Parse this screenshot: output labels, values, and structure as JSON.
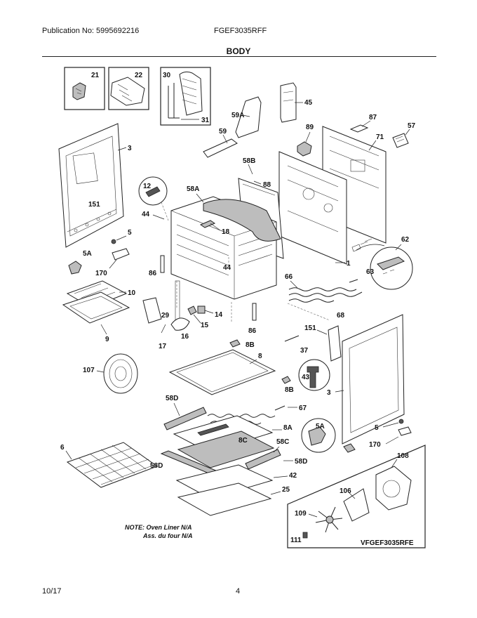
{
  "header": {
    "publication": "Publication No: 5995692216",
    "model": "FGEF3035RFF",
    "section_title": "BODY"
  },
  "footer": {
    "date": "10/17",
    "page": "4"
  },
  "note": {
    "line1": "NOTE: Oven Liner N/A",
    "line2": "Ass. du four N/A"
  },
  "inset_label": "VFGEF3035RFE",
  "callouts": {
    "c21": "21",
    "c22": "22",
    "c30": "30",
    "c31": "31",
    "c45": "45",
    "c59A": "59A",
    "c59": "59",
    "c87": "87",
    "c89": "89",
    "c71": "71",
    "c57": "57",
    "c3a": "3",
    "c151a": "151",
    "c12": "12",
    "c44a": "44",
    "c58A": "58A",
    "c58B": "58B",
    "c88": "88",
    "c18": "18",
    "c5a": "5",
    "c5Aa": "5A",
    "c170a": "170",
    "c86a": "86",
    "c44b": "44",
    "c1": "1",
    "c62": "62",
    "c63": "63",
    "c66": "66",
    "c10": "10",
    "c9": "9",
    "c29": "29",
    "c14": "14",
    "c15": "15",
    "c16": "16",
    "c17": "17",
    "c86b": "86",
    "c68": "68",
    "c151b": "151",
    "c37": "37",
    "c8B1": "8B",
    "c8": "8",
    "c107": "107",
    "c43": "43",
    "c8B2": "8B",
    "c3b": "3",
    "c58Da": "58D",
    "c67": "67",
    "c8A": "8A",
    "c5Ab": "5A",
    "c5b": "5",
    "c6": "6",
    "c8C": "8C",
    "c58C": "58C",
    "c58Db": "58D",
    "c170b": "170",
    "c58Dc": "58D",
    "c42": "42",
    "c25": "25",
    "c108": "108",
    "c106": "106",
    "c109": "109",
    "c111": "111"
  }
}
